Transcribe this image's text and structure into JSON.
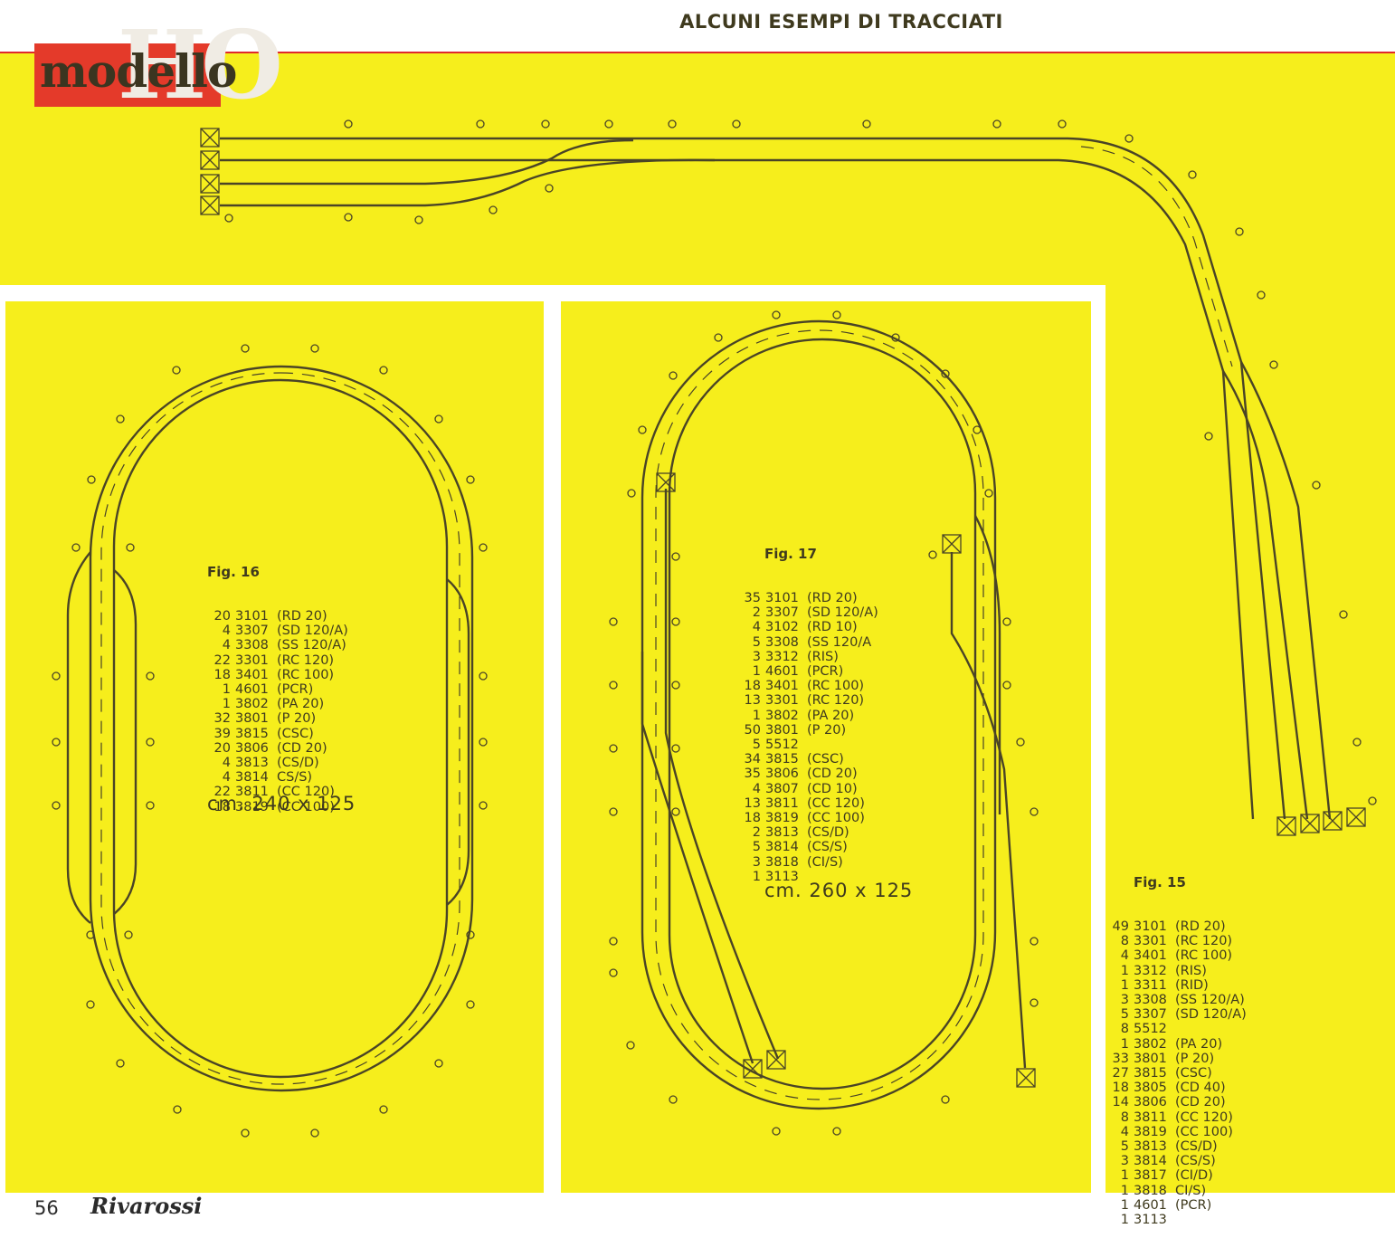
{
  "header": {
    "logo_word": "modello",
    "logo_scale": "HO",
    "title": "ALCUNI ESEMPI DI TRACCIATI"
  },
  "footer": {
    "page_number": "56",
    "brand": "Rivarossi"
  },
  "figures": [
    {
      "title": "Fig. 16",
      "dimensions": "cm. 240 x 125",
      "items": [
        {
          "qty": "20",
          "code": "3101",
          "desc": "(RD 20)"
        },
        {
          "qty": "4",
          "code": "3307",
          "desc": "(SD 120/A)"
        },
        {
          "qty": "4",
          "code": "3308",
          "desc": "(SS 120/A)"
        },
        {
          "qty": "22",
          "code": "3301",
          "desc": "(RC 120)"
        },
        {
          "qty": "18",
          "code": "3401",
          "desc": "(RC 100)"
        },
        {
          "qty": "1",
          "code": "4601",
          "desc": "(PCR)"
        },
        {
          "qty": "1",
          "code": "3802",
          "desc": "(PA 20)"
        },
        {
          "qty": "32",
          "code": "3801",
          "desc": "(P 20)"
        },
        {
          "qty": "39",
          "code": "3815",
          "desc": "(CSC)"
        },
        {
          "qty": "20",
          "code": "3806",
          "desc": "(CD 20)"
        },
        {
          "qty": "4",
          "code": "3813",
          "desc": "(CS/D)"
        },
        {
          "qty": "4",
          "code": "3814",
          "desc": "CS/S)"
        },
        {
          "qty": "22",
          "code": "3811",
          "desc": "(CC 120)"
        },
        {
          "qty": "18",
          "code": "3819",
          "desc": "(CC 100)"
        }
      ]
    },
    {
      "title": "Fig. 17",
      "dimensions": "cm. 260 x 125",
      "items": [
        {
          "qty": "35",
          "code": "3101",
          "desc": "(RD 20)"
        },
        {
          "qty": "2",
          "code": "3307",
          "desc": "(SD 120/A)"
        },
        {
          "qty": "4",
          "code": "3102",
          "desc": "(RD 10)"
        },
        {
          "qty": "5",
          "code": "3308",
          "desc": "(SS 120/A"
        },
        {
          "qty": "3",
          "code": "3312",
          "desc": "(RIS)"
        },
        {
          "qty": "1",
          "code": "4601",
          "desc": "(PCR)"
        },
        {
          "qty": "18",
          "code": "3401",
          "desc": "(RC 100)"
        },
        {
          "qty": "13",
          "code": "3301",
          "desc": "(RC 120)"
        },
        {
          "qty": "1",
          "code": "3802",
          "desc": "(PA 20)"
        },
        {
          "qty": "50",
          "code": "3801",
          "desc": "(P 20)"
        },
        {
          "qty": "5",
          "code": "5512",
          "desc": ""
        },
        {
          "qty": "34",
          "code": "3815",
          "desc": "(CSC)"
        },
        {
          "qty": "35",
          "code": "3806",
          "desc": "(CD 20)"
        },
        {
          "qty": "4",
          "code": "3807",
          "desc": "(CD 10)"
        },
        {
          "qty": "13",
          "code": "3811",
          "desc": "(CC 120)"
        },
        {
          "qty": "18",
          "code": "3819",
          "desc": "(CC 100)"
        },
        {
          "qty": "2",
          "code": "3813",
          "desc": "(CS/D)"
        },
        {
          "qty": "5",
          "code": "3814",
          "desc": "(CS/S)"
        },
        {
          "qty": "3",
          "code": "3818",
          "desc": "(CI/S)"
        },
        {
          "qty": "1",
          "code": "3113",
          "desc": ""
        }
      ]
    },
    {
      "title": "Fig. 15",
      "items": [
        {
          "qty": "49",
          "code": "3101",
          "desc": "(RD 20)"
        },
        {
          "qty": "8",
          "code": "3301",
          "desc": "(RC 120)"
        },
        {
          "qty": "4",
          "code": "3401",
          "desc": "(RC 100)"
        },
        {
          "qty": "1",
          "code": "3312",
          "desc": "(RIS)"
        },
        {
          "qty": "1",
          "code": "3311",
          "desc": "(RID)"
        },
        {
          "qty": "3",
          "code": "3308",
          "desc": "(SS 120/A)"
        },
        {
          "qty": "5",
          "code": "3307",
          "desc": "(SD 120/A)"
        },
        {
          "qty": "8",
          "code": "5512",
          "desc": ""
        },
        {
          "qty": "1",
          "code": "3802",
          "desc": "(PA 20)"
        },
        {
          "qty": "33",
          "code": "3801",
          "desc": "(P 20)"
        },
        {
          "qty": "27",
          "code": "3815",
          "desc": "(CSC)"
        },
        {
          "qty": "18",
          "code": "3805",
          "desc": "(CD 40)"
        },
        {
          "qty": "14",
          "code": "3806",
          "desc": "(CD 20)"
        },
        {
          "qty": "8",
          "code": "3811",
          "desc": "(CC 120)"
        },
        {
          "qty": "4",
          "code": "3819",
          "desc": "(CC 100)"
        },
        {
          "qty": "5",
          "code": "3813",
          "desc": "(CS/D)"
        },
        {
          "qty": "3",
          "code": "3814",
          "desc": "(CS/S)"
        },
        {
          "qty": "1",
          "code": "3817",
          "desc": "(CI/D)"
        },
        {
          "qty": "1",
          "code": "3818",
          "desc": "CI/S)"
        },
        {
          "qty": "1",
          "code": "4601",
          "desc": "(PCR)"
        },
        {
          "qty": "1",
          "code": "3113",
          "desc": ""
        }
      ]
    }
  ]
}
